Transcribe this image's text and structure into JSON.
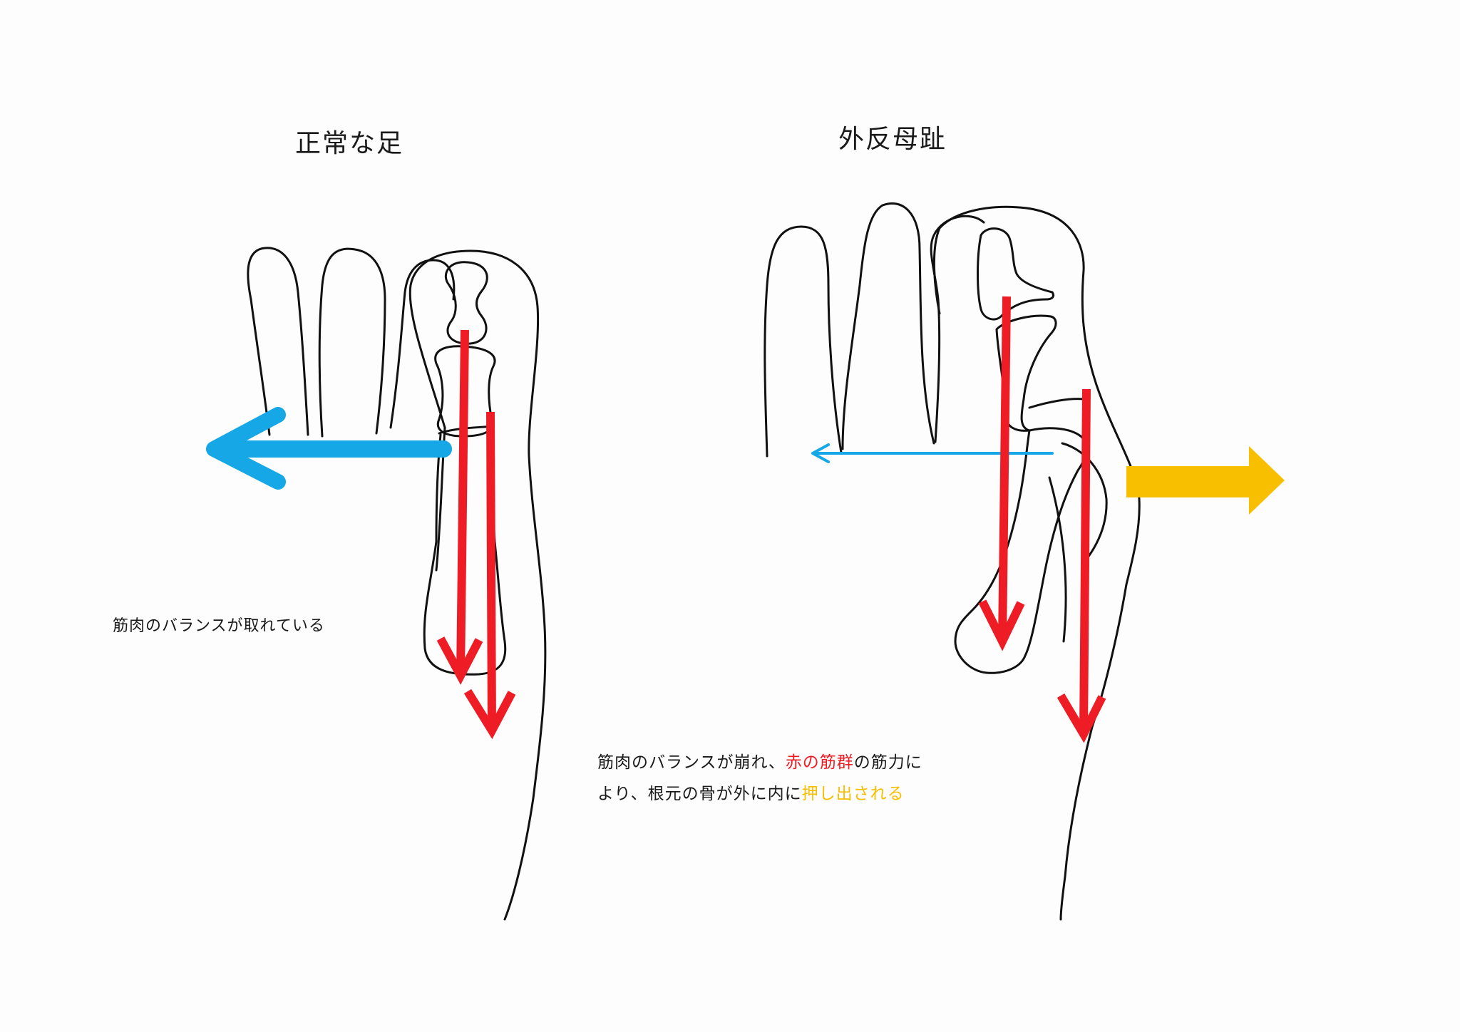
{
  "titles": {
    "normal": "正常な足",
    "hallux": "外反母趾"
  },
  "captions": {
    "normal": "筋肉のバランスが取れている",
    "hallux": {
      "line1_a": "筋肉のバランスが崩れ、",
      "line1_red": "赤の筋群",
      "line1_b": "の筋力に",
      "line2_a": "より、根元の骨が外に内に",
      "line2_yellow": "押し出される"
    }
  },
  "colors": {
    "outline": "#111111",
    "red_arrow": "#ee1c24",
    "blue_arrow": "#16a7e6",
    "yellow_arrow": "#f8bf00",
    "text": "#1a1a1a"
  }
}
